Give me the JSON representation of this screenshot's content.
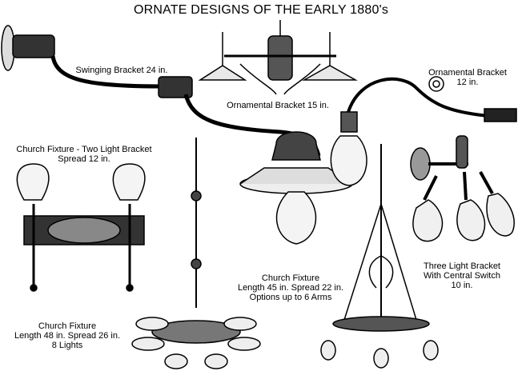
{
  "title": "ORNATE DESIGNS OF THE EARLY 1880's",
  "captions": {
    "swinging_bracket": [
      "Swinging Bracket 24 in."
    ],
    "ornamental_bracket_15": [
      "Ornamental Bracket 15 in."
    ],
    "ornamental_bracket_12": [
      "Ornamental Bracket",
      "12 in."
    ],
    "church_two_light": [
      "Church Fixture - Two Light Bracket",
      "Spread 12 in."
    ],
    "church_fixture_45": [
      "Church Fixture",
      "Length 45 in. Spread 22 in.",
      "Options up to 6 Arms"
    ],
    "three_light": [
      "Three Light Bracket",
      "With Central Switch",
      "10 in."
    ],
    "church_fixture_48": [
      "Church Fixture",
      "Length 48 in. Spread 26 in.",
      "8 Lights"
    ]
  }
}
